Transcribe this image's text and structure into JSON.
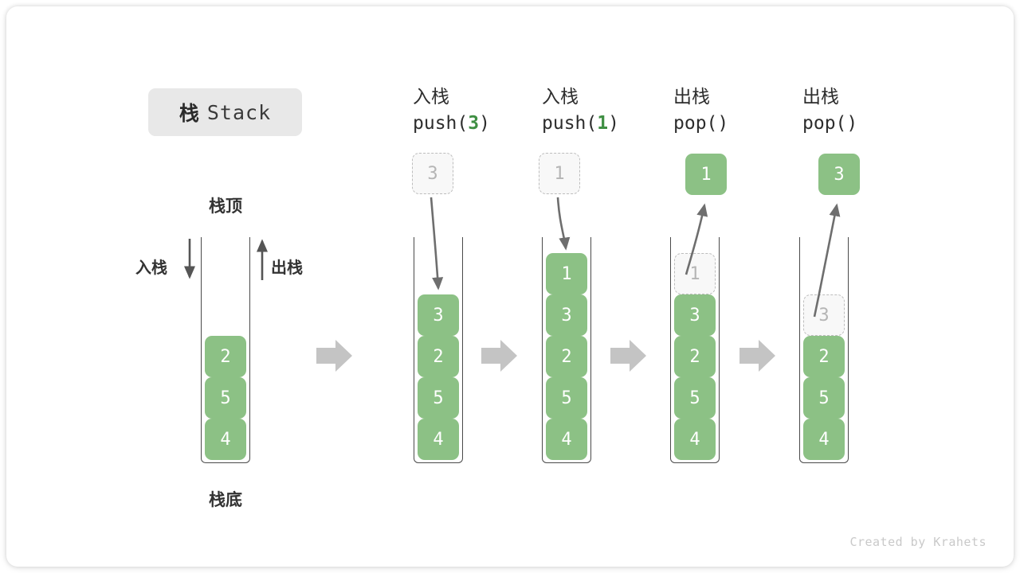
{
  "title": {
    "cn": "栈",
    "en": "Stack"
  },
  "labels": {
    "top": "栈顶",
    "bottom": "栈底",
    "push_side": "入栈",
    "pop_side": "出栈"
  },
  "footer": "Created by Krahets",
  "colors": {
    "cell_green": "#8cc185",
    "arg_green": "#3f8f43",
    "ghost_border": "#bdbdbd",
    "ghost_fill": "#f8f8f8",
    "ghost_text": "#b5b5b5",
    "frame_stroke": "#4a4a4a",
    "flow_arrow": "#c4c4c4",
    "curve_arrow": "#6e6e6e",
    "badge_bg": "#e8e8e8"
  },
  "columns": [
    {
      "id": "initial",
      "header_line1": "",
      "header_line2": "",
      "header_arg": "",
      "stack": [
        "2",
        "5",
        "4"
      ],
      "ghost_in_stack": null,
      "float_cell": null
    },
    {
      "id": "push-3",
      "header_line1": "入栈",
      "header_line2_prefix": "push(",
      "header_arg": "3",
      "header_line2_suffix": ")",
      "stack": [
        "3",
        "2",
        "5",
        "4"
      ],
      "ghost_in_stack": null,
      "float_cell": {
        "value": "3",
        "style": "ghost"
      }
    },
    {
      "id": "push-1",
      "header_line1": "入栈",
      "header_line2_prefix": "push(",
      "header_arg": "1",
      "header_line2_suffix": ")",
      "stack": [
        "1",
        "3",
        "2",
        "5",
        "4"
      ],
      "ghost_in_stack": null,
      "float_cell": {
        "value": "1",
        "style": "ghost"
      }
    },
    {
      "id": "pop-1",
      "header_line1": "出栈",
      "header_line2_prefix": "pop(",
      "header_arg": "",
      "header_line2_suffix": ")",
      "stack": [
        "3",
        "2",
        "5",
        "4"
      ],
      "ghost_in_stack": {
        "value": "1",
        "slot": 0
      },
      "float_cell": {
        "value": "1",
        "style": "filled"
      }
    },
    {
      "id": "pop-3",
      "header_line1": "出栈",
      "header_line2_prefix": "pop(",
      "header_arg": "",
      "header_line2_suffix": ")",
      "stack": [
        "2",
        "5",
        "4"
      ],
      "ghost_in_stack": {
        "value": "3",
        "slot": 1
      },
      "float_cell": {
        "value": "3",
        "style": "filled"
      }
    }
  ],
  "flow_arrows": 4
}
